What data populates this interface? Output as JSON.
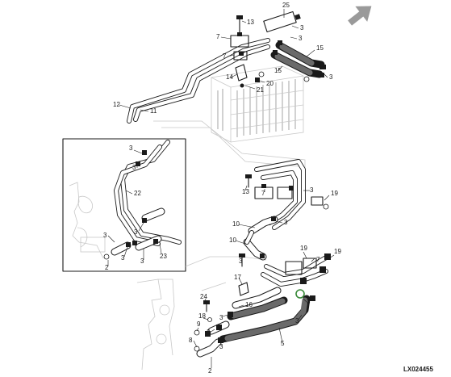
{
  "reference_code": "LX024455",
  "icons": {
    "corner_arrow": "navigation-arrow-icon"
  },
  "callouts": {
    "c25": "25",
    "c13a": "13",
    "c7a": "7",
    "c3a": "3",
    "c3b": "3",
    "c15a": "15",
    "c7b": "7",
    "c14": "14",
    "c21": "21",
    "c20": "20",
    "c15b": "15",
    "c3c": "3",
    "c12": "12",
    "c11": "11",
    "ins3a": "3",
    "ins3b": "3",
    "ins22": "22",
    "ins3c": "3",
    "ins3d": "3",
    "ins3e": "3",
    "ins2": "2",
    "ins3f": "3",
    "ins23": "23",
    "c13b": "13",
    "c7c": "7",
    "c3d": "3",
    "c19a": "19",
    "c10a": "10",
    "c3e": "3",
    "c10b": "10",
    "c3f": "3",
    "c19b": "19",
    "c7d": "7",
    "c19c": "19",
    "c17": "17",
    "c24": "24",
    "c16": "16",
    "c18": "18",
    "c3g": "3",
    "c3h": "3",
    "c9": "9",
    "c8": "8",
    "c3i": "3",
    "c3j": "3",
    "c3k": "3",
    "c5": "5",
    "c2": "2"
  }
}
